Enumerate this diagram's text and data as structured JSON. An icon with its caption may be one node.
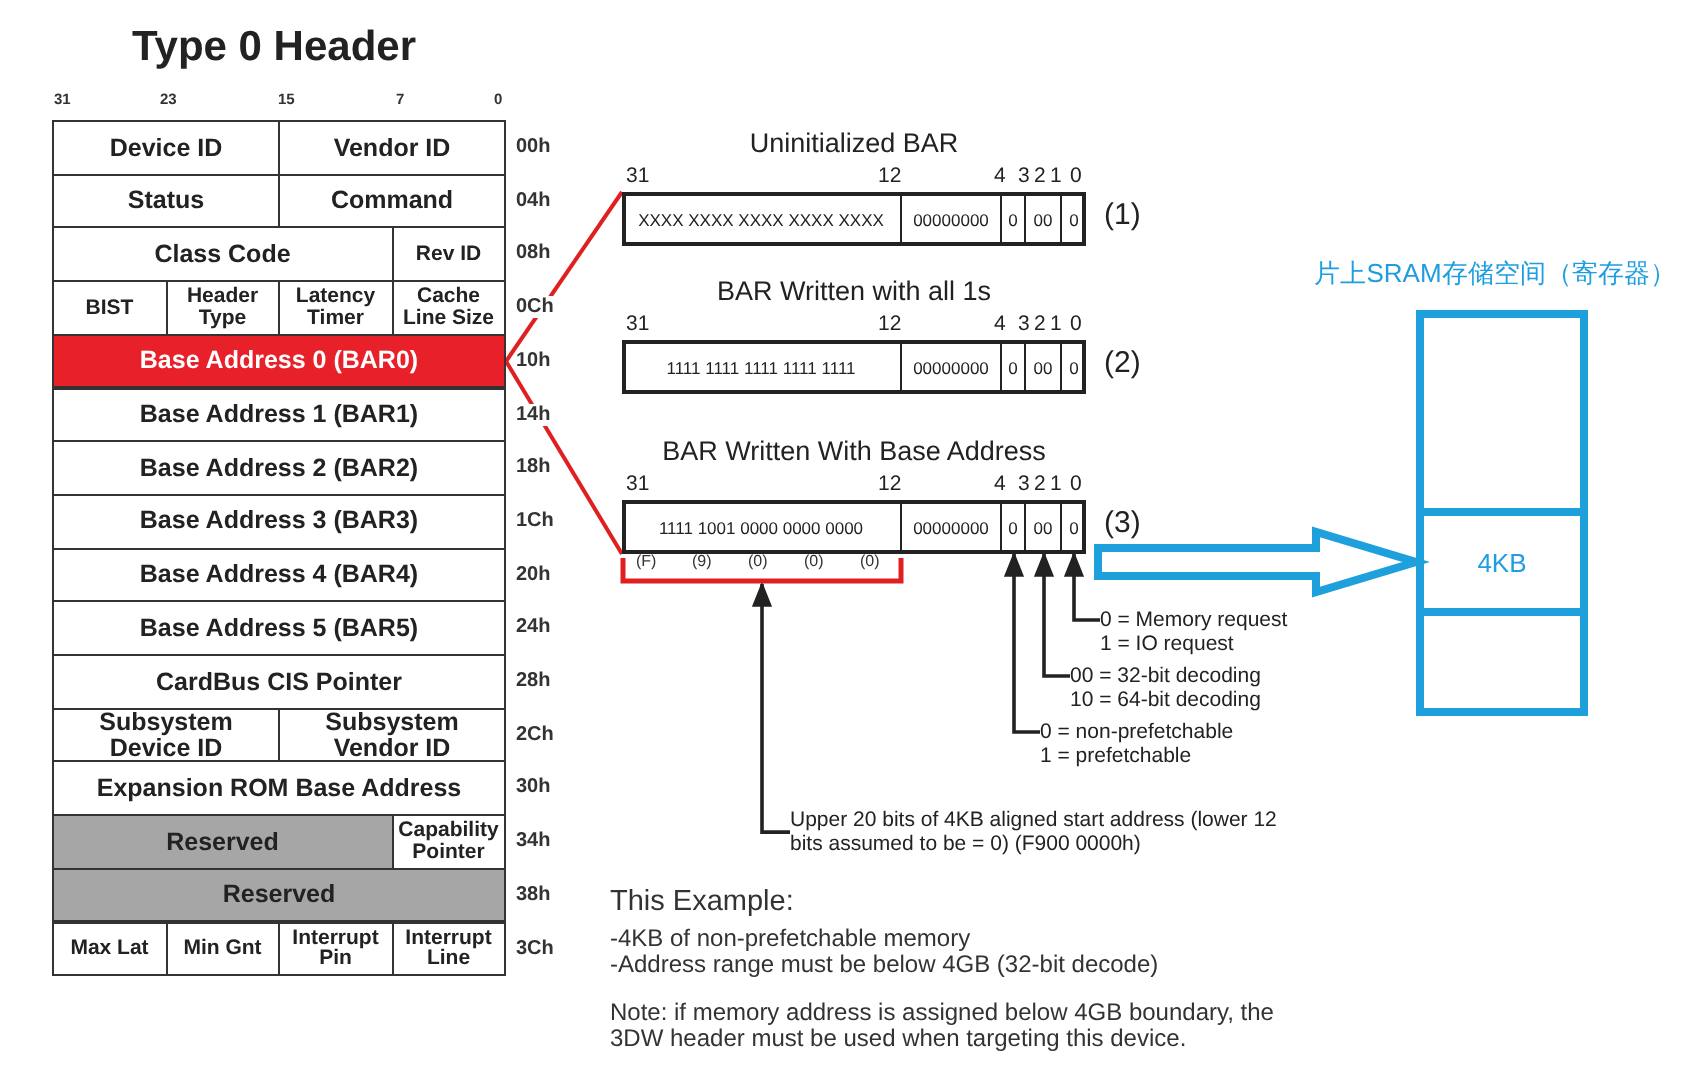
{
  "diagram": {
    "title": "Type 0 Header",
    "nodes": [
      {
        "text": [
          "Device ID"
        ]
      },
      {
        "text": [
          "Vendor ID"
        ]
      },
      {
        "text": [
          "Status"
        ]
      },
      {
        "text": [
          "Command"
        ]
      },
      {
        "text": [
          "Class Code"
        ]
      },
      {
        "text": [
          "Rev ID"
        ]
      },
      {
        "text": [
          "BIST"
        ]
      },
      {
        "text": [
          "Header Type"
        ]
      },
      {
        "text": [
          "Latency Timer"
        ]
      },
      {
        "text": [
          "Cache Line Size"
        ]
      },
      {
        "text": [
          "Base Address 0 (BAR0)"
        ]
      },
      {
        "text": [
          "Base Address 1 (BAR1)"
        ]
      },
      {
        "text": [
          "Base Address 2 (BAR2)"
        ]
      },
      {
        "text": [
          "Base Address 3 (BAR3)"
        ]
      },
      {
        "text": [
          "Base Address 4 (BAR4)"
        ]
      },
      {
        "text": [
          "Base Address 5 (BAR5)"
        ]
      },
      {
        "text": [
          "CardBus CIS Pointer"
        ]
      },
      {
        "text": [
          "Subsystem Device ID"
        ]
      },
      {
        "text": [
          "Subsystem Vendor ID"
        ]
      },
      {
        "text": [
          "Expansion ROM Base Address"
        ]
      },
      {
        "text": [
          "Reserved"
        ]
      },
      {
        "text": [
          "Capability Pointer"
        ]
      },
      {
        "text": [
          "Reserved"
        ]
      },
      {
        "text": [
          "Max Lat"
        ]
      },
      {
        "text": [
          "Min Gnt"
        ]
      },
      {
        "text": [
          "Interrupt Pin"
        ]
      },
      {
        "text": [
          "Interrupt Line"
        ]
      },
      {
        "text": [
          "Uninitialized BAR",
          "XXXX XXXX XXXX XXXX XXXX",
          "00000000",
          "0",
          "00",
          "0"
        ],
        "beside": [
          "31",
          "12",
          "4",
          "3",
          "2",
          "1",
          "0",
          "(1)"
        ]
      },
      {
        "text": [
          "BAR Written with all 1s",
          "1111 1111 1111 1111 1111",
          "00000000",
          "0",
          "00",
          "0"
        ],
        "beside": [
          "31",
          "12",
          "4",
          "3",
          "2",
          "1",
          "0",
          "(2)"
        ]
      },
      {
        "text": [
          "BAR Written With Base Address",
          "1111 1001 0000 0000 0000",
          "00000000",
          "0",
          "00",
          "0"
        ],
        "beside": [
          "31",
          "12",
          "4",
          "3",
          "2",
          "1",
          "0",
          "(3)"
        ]
      },
      {
        "text": [
          "0 = Memory request 1 = IO request"
        ]
      },
      {
        "text": [
          "00 = 32-bit decoding 10 = 64-bit decoding"
        ]
      },
      {
        "text": [
          "0 = non-prefetchable 1 = prefetchable"
        ]
      },
      {
        "text": [
          "Upper 20 bits of 4KB aligned start address (lower 12 bits assumed to be = 0) (F900 0000h)"
        ]
      },
      {
        "text": [],
        "shape": "bracket"
      },
      {
        "text": [
          "片上SRAM存储空间（寄存器）"
        ]
      },
      {
        "text": [],
        "shape": "box",
        "in": 35
      },
      {
        "text": [
          "4KB"
        ],
        "in": 35
      },
      {
        "text": [],
        "shape": "box",
        "in": 35
      }
    ],
    "edges": [
      {
        "from": 10,
        "to": 27,
        "arrow": "none",
        "color": "#e02020"
      },
      {
        "from": 10,
        "to": 29,
        "arrow": "none",
        "color": "#e02020"
      },
      {
        "from": 30,
        "to": 29,
        "arrow": "to"
      },
      {
        "from": 31,
        "to": 29,
        "arrow": "to"
      },
      {
        "from": 32,
        "to": 29,
        "arrow": "to"
      },
      {
        "from": 33,
        "to": 34,
        "arrow": "to"
      },
      {
        "from": 29,
        "to": 37,
        "arrow": "to",
        "style": "thick",
        "color": "#1ea0dc"
      }
    ],
    "labels": [
      "31",
      "23",
      "15",
      "7",
      "0",
      "00h",
      "04h",
      "08h",
      "0Ch",
      "10h",
      "14h",
      "18h",
      "1Ch",
      "20h",
      "24h",
      "28h",
      "2Ch",
      "30h",
      "34h",
      "38h",
      "3Ch",
      "(F)",
      "(9)",
      "(0)",
      "(0)",
      "(0)",
      "This Example:",
      "-4KB of non-prefetchable memory",
      "-Address range must be below 4GB (32-bit decode)",
      "Note: if memory address is assigned below 4GB boundary, the 3DW header must be used when targeting this device."
    ]
  }
}
